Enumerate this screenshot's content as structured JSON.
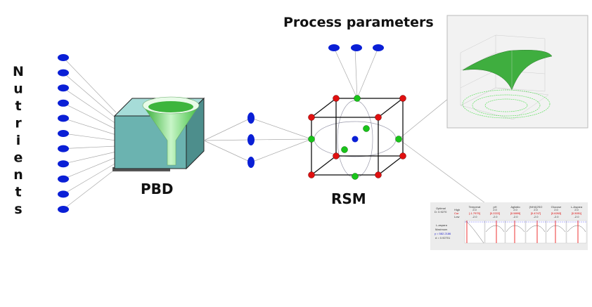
{
  "title": "Process parameters",
  "nutrients_label": [
    "N",
    "u",
    "t",
    "r",
    "i",
    "e",
    "n",
    "t",
    "s"
  ],
  "pbd_label": "PBD",
  "rsm_label": "RSM",
  "colors": {
    "ellipse": "#0a1fd6",
    "corner_red": "#e01010",
    "point_green": "#19c419",
    "center_blue": "#0a1fd6",
    "box_front": "#6bb3b0",
    "funnel": "#7ee07e",
    "surface": "#3fae3f"
  },
  "optimizer": {
    "optimal": "Optimal",
    "d_value": "D: 0.9270",
    "row_labels": [
      "High",
      "Cur",
      "Low"
    ],
    "response": "L-aspara",
    "goal": "Maximum",
    "y_value": "y = 582.2186",
    "d_result": "d = 0.92701",
    "factors": [
      {
        "name": "Temperat",
        "high": "2.0",
        "cur": "[-1.7979]",
        "low": "-2.0"
      },
      {
        "name": "pH",
        "high": "2.0",
        "cur": "[0.2222]",
        "low": "-2.0"
      },
      {
        "name": "Agitatio",
        "high": "2.0",
        "cur": "[0.5899]",
        "low": "-2.0"
      },
      {
        "name": "(NH4)2SO",
        "high": "2.0",
        "cur": "[0.4747]",
        "low": "-2.0"
      },
      {
        "name": "Glucose",
        "high": "2.0",
        "cur": "[0.6263]",
        "low": "-2.0"
      },
      {
        "name": "L-Aspara",
        "high": "2.0",
        "cur": "[0.5051]",
        "low": "-2.0"
      }
    ]
  }
}
